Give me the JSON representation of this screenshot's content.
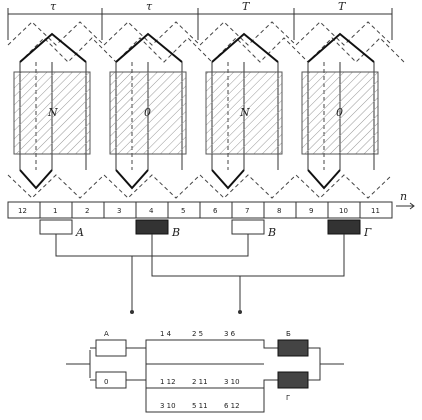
{
  "top_labels": [
    "τ",
    "τ",
    "Τ",
    "Τ"
  ],
  "pole_labels": [
    "N",
    "0",
    "N",
    "0"
  ],
  "slot_numbers": [
    "12",
    "1",
    "2",
    "3",
    "4",
    "5",
    "6",
    "7",
    "8",
    "9",
    "10",
    "11"
  ],
  "direction_label": "n",
  "coil_labels": [
    "A",
    "B",
    "B",
    "Г"
  ],
  "lower_labels": [
    "A",
    "Б",
    "0",
    "Г"
  ],
  "series_labels_top": [
    "1 4",
    "2 5",
    "3 6"
  ],
  "series_labels_mid": [
    "1 12",
    "2 11",
    "3 10"
  ],
  "series_labels_bot": [
    "3 10",
    "5 11",
    "6 12"
  ]
}
